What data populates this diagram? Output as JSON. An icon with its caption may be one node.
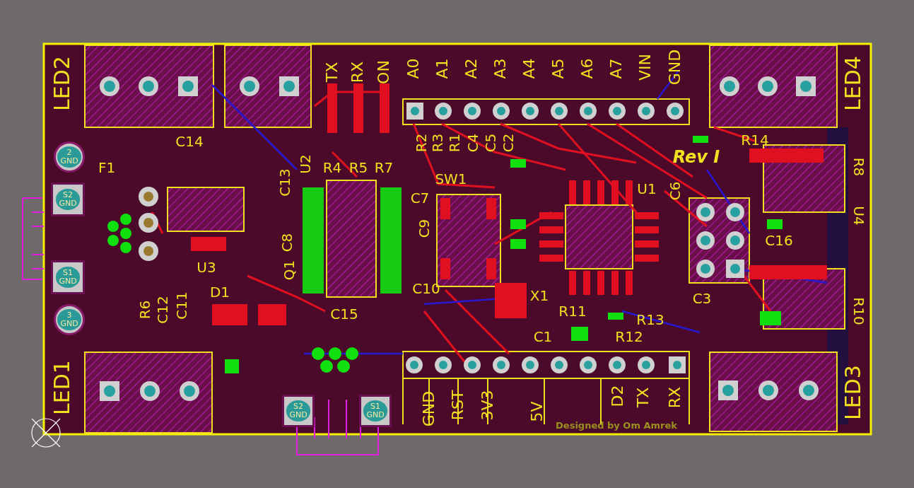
{
  "diagram": {
    "nodes": [
      {
        "text": [
          "2 GND"
        ]
      },
      {
        "text": [
          "S2 GND"
        ]
      },
      {
        "text": [
          "S1 GND"
        ]
      },
      {
        "text": [
          "3 GND"
        ]
      },
      {
        "text": [
          "S2 GND"
        ]
      },
      {
        "text": [
          "S1 GND"
        ]
      }
    ],
    "labels": [
      "LED2",
      "TX",
      "RX",
      "ON",
      "A0",
      "A1",
      "A2",
      "A3",
      "A4",
      "A5",
      "A6",
      "A7",
      "VIN",
      "GND",
      "LED4",
      "C14",
      "R2",
      "R3",
      "R1",
      "C4",
      "C5",
      "C2",
      "R14",
      "F1",
      "U2",
      "C13",
      "R4",
      "R5",
      "R7",
      "Rev I",
      "SW1",
      "U1",
      "C6",
      "R8",
      "C7",
      "C9",
      "U4",
      "C8",
      "C16",
      "U3",
      "Q1",
      "D1",
      "C10",
      "X1",
      "C3",
      "R6",
      "C12",
      "C11",
      "R11",
      "R13",
      "R10",
      "C15",
      "C1",
      "R12",
      "GND",
      "RST",
      "3V3",
      "5V",
      "D2",
      "TX",
      "RX",
      "Designed by Om Amrek",
      "LED1",
      "LED3"
    ]
  }
}
